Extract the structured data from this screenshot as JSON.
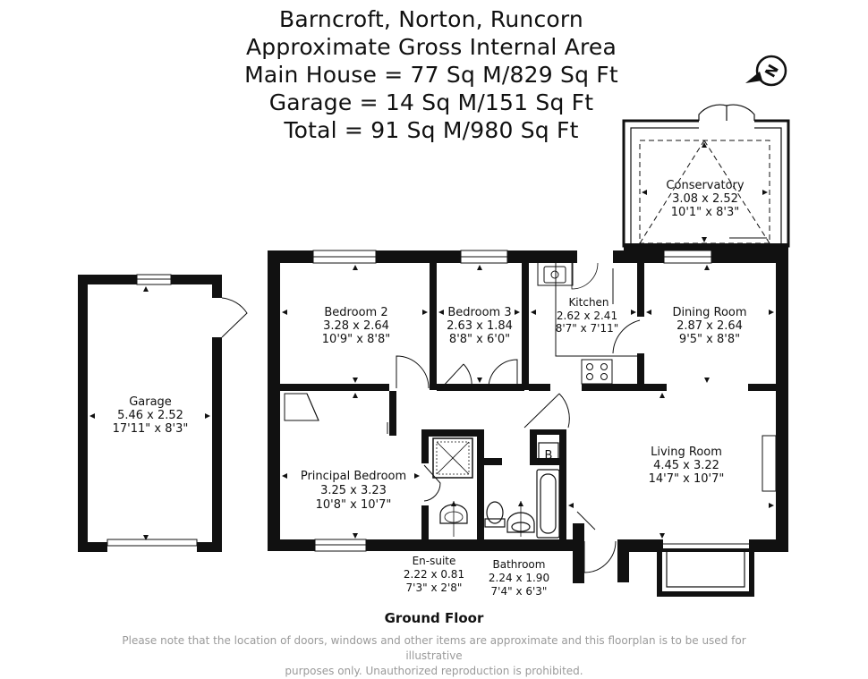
{
  "header": {
    "line1": "Barncroft, Norton, Runcorn",
    "line2": "Approximate Gross Internal Area",
    "line3": "Main House = 77 Sq M/829 Sq Ft",
    "line4": "Garage = 14 Sq M/151 Sq Ft",
    "line5": "Total = 91 Sq M/980 Sq Ft"
  },
  "compass": {
    "letter": "N"
  },
  "rooms": {
    "garage": {
      "name": "Garage",
      "metric": "5.46 x 2.52",
      "imperial": "17'11\" x 8'3\""
    },
    "bedroom2": {
      "name": "Bedroom 2",
      "metric": "3.28 x 2.64",
      "imperial": "10'9\" x 8'8\""
    },
    "bedroom3": {
      "name": "Bedroom 3",
      "metric": "2.63 x 1.84",
      "imperial": "8'8\" x 6'0\""
    },
    "kitchen": {
      "name": "Kitchen",
      "metric": "2.62 x 2.41",
      "imperial": "8'7\" x 7'11\""
    },
    "conservatory": {
      "name": "Conservatory",
      "metric": "3.08 x 2.52",
      "imperial": "10'1\" x 8'3\""
    },
    "dining": {
      "name": "Dining Room",
      "metric": "2.87 x 2.64",
      "imperial": "9'5\" x 8'8\""
    },
    "living": {
      "name": "Living Room",
      "metric": "4.45 x 3.22",
      "imperial": "14'7\" x 10'7\""
    },
    "principal": {
      "name": "Principal Bedroom",
      "metric": "3.25 x 3.23",
      "imperial": "10'8\" x 10'7\""
    },
    "ensuite": {
      "name": "En-suite",
      "metric": "2.22 x 0.81",
      "imperial": "7'3\" x 2'8\""
    },
    "bathroom": {
      "name": "Bathroom",
      "metric": "2.24 x 1.90",
      "imperial": "7'4\" x 6'3\""
    }
  },
  "boiler": {
    "label": "B"
  },
  "floor": {
    "label": "Ground Floor"
  },
  "disclaimer": {
    "line1": "Please note that the location of doors, windows and other items are approximate and this floorplan is to be used for illustrative",
    "line2": "purposes only. Unauthorized reproduction is prohibited."
  }
}
